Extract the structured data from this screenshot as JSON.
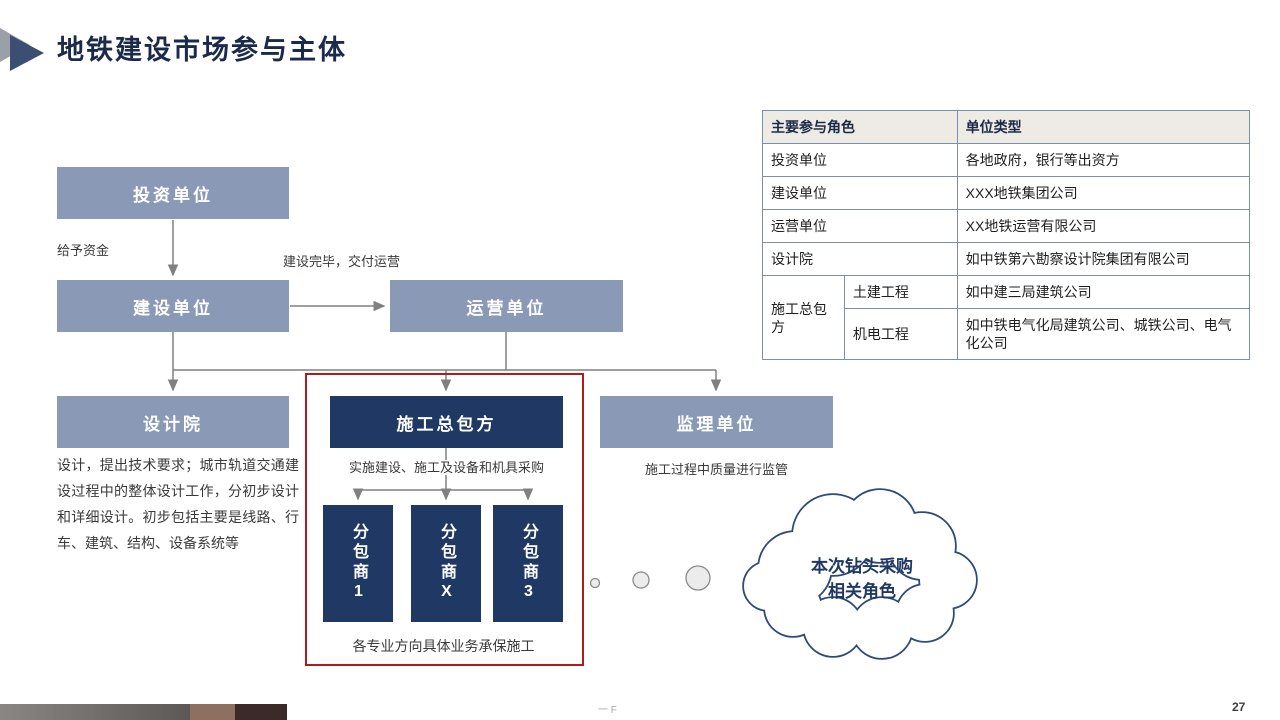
{
  "slide": {
    "title": "地铁建设市场参与主体",
    "page_number": "27",
    "footer_mark": "一 F"
  },
  "colors": {
    "navy": "#1f3864",
    "slate_blue": "#8a99b5",
    "highlight_red": "#b01c1c",
    "arrow_gray": "#808080",
    "table_header_bg": "#edebe3"
  },
  "diagram": {
    "investor_box": "投资单位",
    "builder_box": "建设单位",
    "operator_box": "运营单位",
    "design_box": "设计院",
    "contractor_box": "施工总包方",
    "supervisor_box": "监理单位",
    "funds_label": "给予资金",
    "handover_label": "建设完毕，交付运营",
    "design_note": "设计，提出技术要求；城市轨道交通建设过程中的整体设计工作，分初步设计和详细设计。初步包括主要是线路、行车、建筑、结构、设备系统等",
    "contractor_note": "实施建设、施工及设备和机具采购",
    "supervisor_note": "施工过程中质量进行监管",
    "subcontractors": [
      "分包商1",
      "分包商X",
      "分包商3"
    ],
    "subcontractor_note": "各专业方向具体业务承保施工",
    "cloud_line1": "本次钻头采购",
    "cloud_line2": "相关角色"
  },
  "table": {
    "headers": {
      "role": "主要参与角色",
      "type": "单位类型"
    },
    "rows": [
      {
        "role": "投资单位",
        "type": "各地政府，银行等出资方"
      },
      {
        "role": "建设单位",
        "type": "XXX地铁集团公司"
      },
      {
        "role": "运营单位",
        "type": "XX地铁运营有限公司"
      },
      {
        "role": "设计院",
        "type": "如中铁第六勘察设计院集团有限公司"
      },
      {
        "role": "施工总包方",
        "sub": "土建工程",
        "type": "如中建三局建筑公司"
      },
      {
        "sub": "机电工程",
        "type": "如中铁电气化局建筑公司、城铁公司、电气化公司"
      }
    ]
  }
}
